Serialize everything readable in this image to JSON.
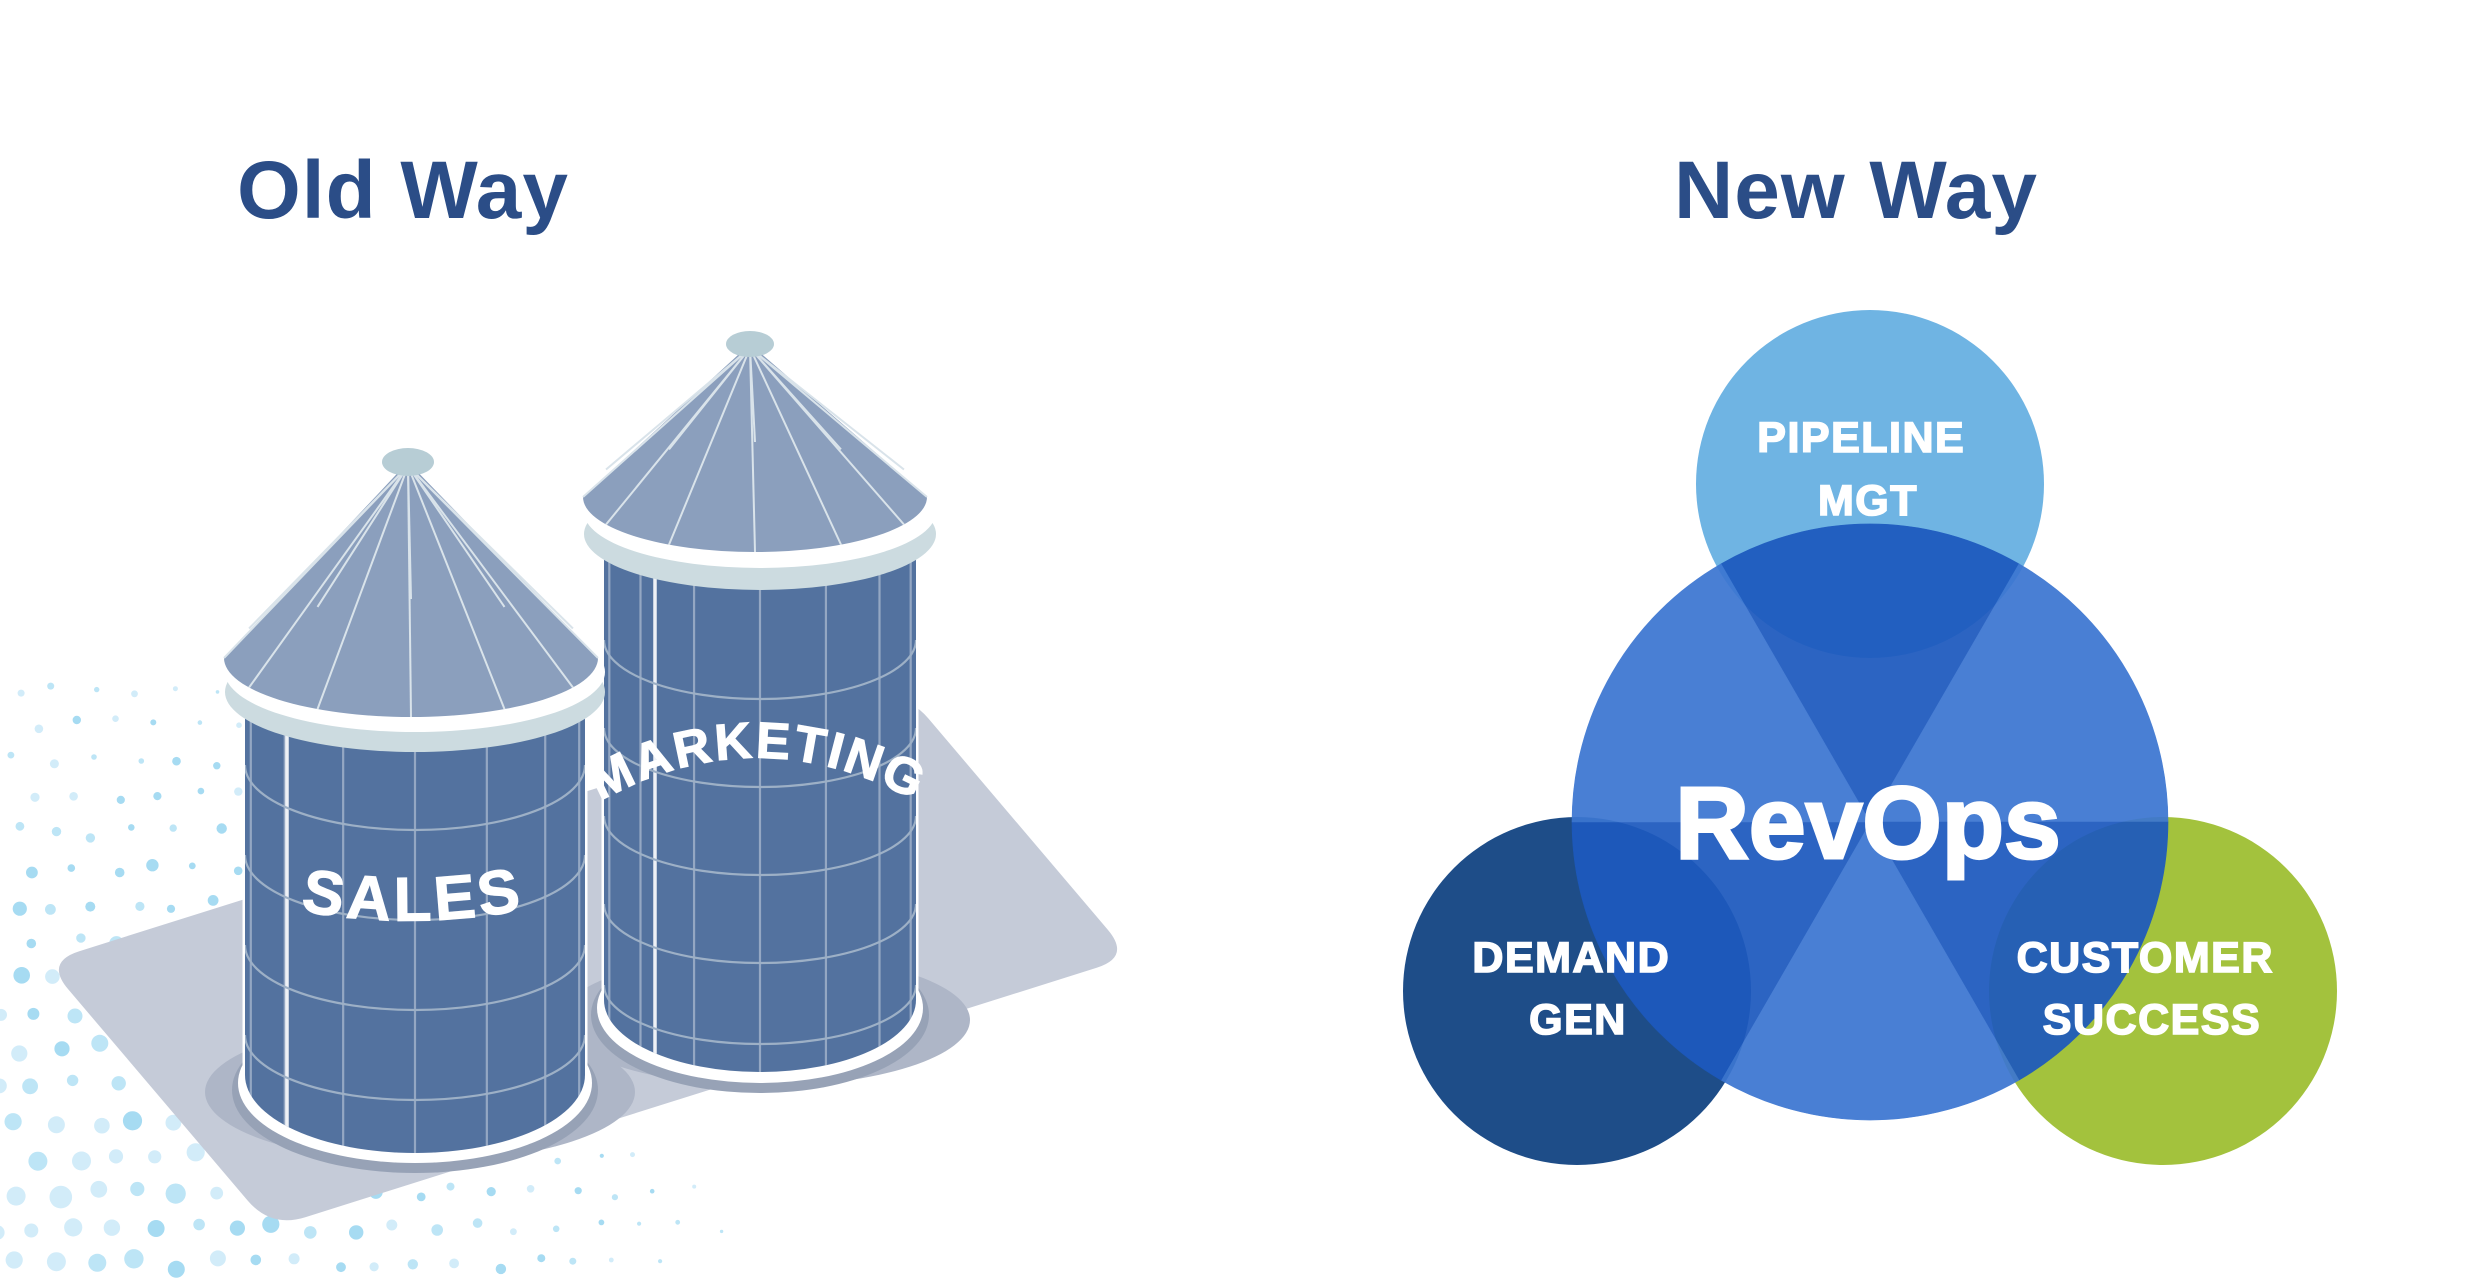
{
  "titles": {
    "old": "Old Way",
    "new": "New Way"
  },
  "old_way": {
    "silos": [
      {
        "label": "SALES"
      },
      {
        "label": "MARKETING"
      }
    ]
  },
  "new_way": {
    "center_label": "RevOps",
    "satellites": [
      {
        "id": "pipeline-mgt",
        "lines": [
          "PIPELINE",
          "MGT"
        ],
        "color": "#6fb4e3"
      },
      {
        "id": "demand-gen",
        "lines": [
          "DEMAND",
          "GEN"
        ],
        "color": "#1e4d88"
      },
      {
        "id": "customer-success",
        "lines": [
          "CUSTOMER",
          "SUCCESS"
        ],
        "color": "#a3c23d"
      }
    ],
    "center_sector_dark": "#1d59be",
    "center_sector_light": "#3c76d1"
  },
  "colors": {
    "title": "#2b4d87",
    "silo_body": "#53729f",
    "silo_roof": "#8b9fbd",
    "silo_roof_seam": "#d9e3ea",
    "silo_eave": "#ccdbe0",
    "silo_cap": "#b7cdd5",
    "silo_ring": "#9db0c6",
    "platform": "#c5cbd8",
    "platform_shadow": "#aeb6c7",
    "base_dark": "#97a2b6",
    "dot_palette": [
      "#a6dbf2",
      "#bde5f6",
      "#d2ecf9"
    ]
  }
}
